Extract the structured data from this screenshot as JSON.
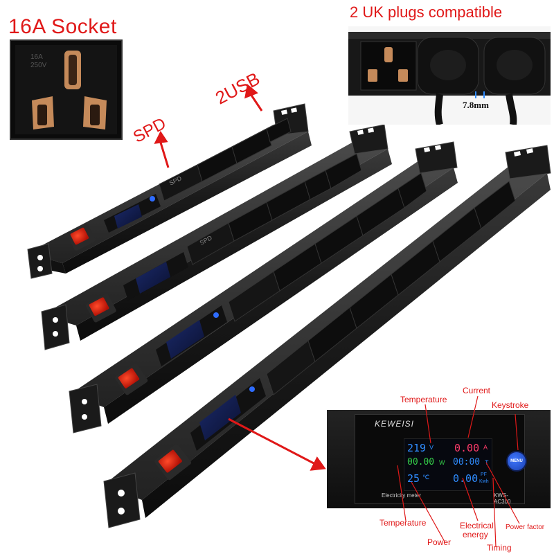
{
  "labels": {
    "socket": "16A Socket",
    "uk_plugs": "2 UK plugs compatible",
    "usb": "2USB",
    "spd": "SPD",
    "gap": "7.8mm",
    "socket_rating_a": "16A",
    "socket_rating_v": "250V"
  },
  "meter": {
    "brand": "KEWEISI",
    "name": "Electricity meter",
    "model": "KWS-AC300",
    "menu": "MENU",
    "voltage": "219",
    "voltage_unit": "V",
    "current": "0.00",
    "current_unit": "A",
    "power": "00.00",
    "power_unit": "W",
    "timing": "00:00",
    "timing_unit": "T",
    "temp": "25",
    "temp_unit": "℃",
    "energy": "0.00",
    "pf_unit": "PF",
    "energy_unit": "Kwh"
  },
  "callouts": {
    "temperature_top": "Temperature",
    "current": "Current",
    "keystroke": "Keystroke",
    "temperature_bottom": "Temperature",
    "power": "Power",
    "electrical_energy_1": "Electrical",
    "electrical_energy_2": "energy",
    "timing": "Timing",
    "power_factor": "Power factor"
  },
  "strip_tags": {
    "spd": "SPD"
  },
  "colors": {
    "accent_red": "#e01818",
    "lcd_voltage": "#2f8cff",
    "lcd_current": "#ff3b6a",
    "lcd_power": "#35d04a",
    "lcd_timing": "#2f8cff",
    "menu_button": "#1a4fd6",
    "callout_blue": "#1f5fc4"
  }
}
